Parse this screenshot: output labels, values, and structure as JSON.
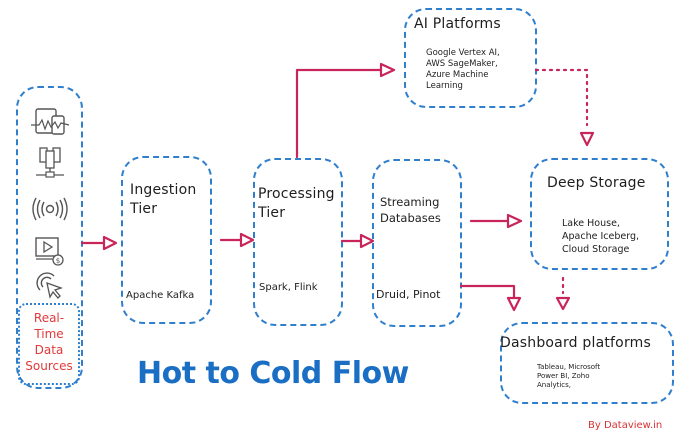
{
  "title": "Hot to Cold Flow",
  "credit": "By Dataview.in",
  "sources": {
    "label": "Real-\nTime\nData\nSources",
    "icons": [
      "device-monitor-icon",
      "server-network-icon",
      "broadcast-signal-icon",
      "video-payment-icon",
      "click-cursor-icon"
    ]
  },
  "nodes": {
    "ingestion": {
      "title": "Ingestion\nTier",
      "detail": "Apache Kafka"
    },
    "processing": {
      "title": "Processing\nTier",
      "detail": "Spark, Flink"
    },
    "streaming": {
      "title": "Streaming\nDatabases",
      "detail": "Druid, Pinot"
    },
    "ai": {
      "title": "AI Platforms",
      "detail": "Google Vertex AI,\nAWS SageMaker,\nAzure Machine\nLearning"
    },
    "deep_storage": {
      "title": "Deep Storage",
      "detail": "Lake House,\nApache Iceberg,\nCloud Storage"
    },
    "dashboard": {
      "title": "Dashboard platforms",
      "detail": "Tableau, Microsoft\nPower BI, Zoho\nAnalytics,"
    }
  },
  "edges": [
    {
      "from": "sources",
      "to": "ingestion",
      "style": "solid"
    },
    {
      "from": "ingestion",
      "to": "processing",
      "style": "solid"
    },
    {
      "from": "processing",
      "to": "streaming",
      "style": "solid"
    },
    {
      "from": "processing",
      "to": "ai",
      "style": "solid"
    },
    {
      "from": "streaming",
      "to": "deep_storage",
      "style": "solid"
    },
    {
      "from": "streaming",
      "to": "dashboard",
      "style": "solid"
    },
    {
      "from": "ai",
      "to": "deep_storage",
      "style": "dotted"
    },
    {
      "from": "deep_storage",
      "to": "dashboard",
      "style": "dotted"
    }
  ],
  "colors": {
    "box_border": "#2f7fcc",
    "arrow": "#c8265a",
    "title": "#1a6fc4",
    "source_label": "#e03a3a"
  }
}
